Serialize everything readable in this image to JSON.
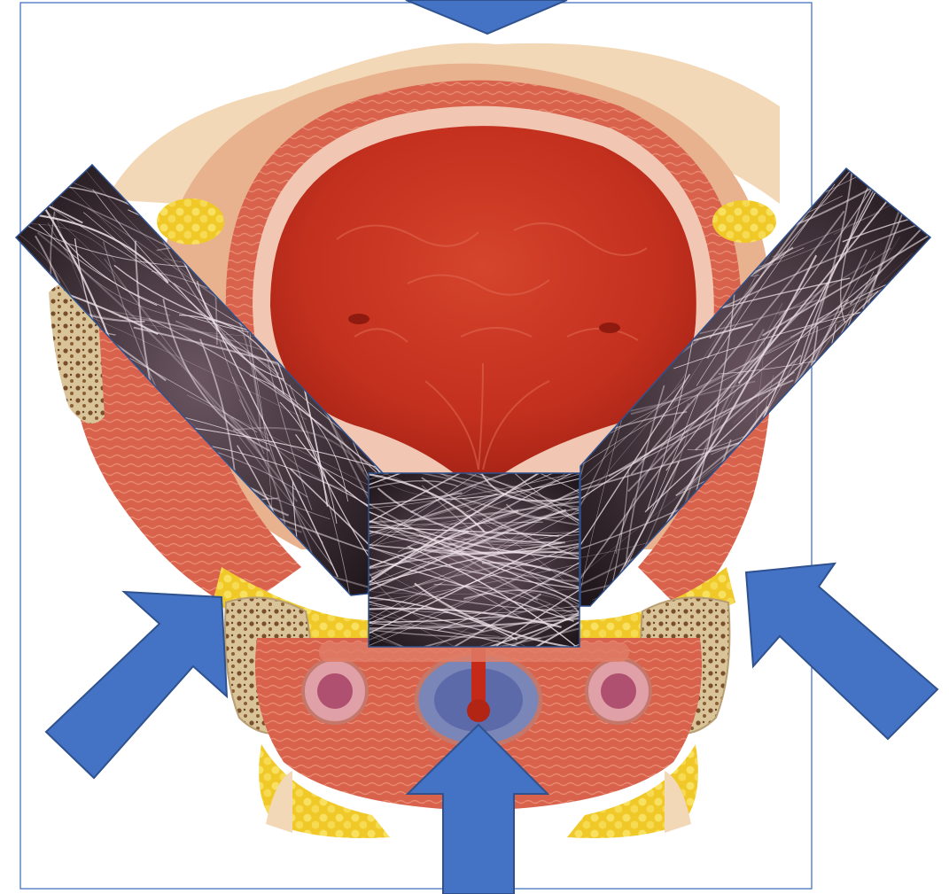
{
  "figure": {
    "illustration": "anatomical-cross-section-bladder-pelvic-floor",
    "insets": [
      "fibrous-network-micrograph-left",
      "fibrous-network-micrograph-center",
      "fibrous-network-micrograph-right"
    ],
    "arrows": [
      "arrow-down-top",
      "arrow-up-left",
      "arrow-up-center",
      "arrow-up-right"
    ]
  },
  "colors": {
    "arrow_fill": "#4472C4",
    "arrow_stroke": "#2F528F",
    "frame": "#4472C4",
    "bladder_lumen": "#C8301E",
    "muscle": "#D9604A",
    "fat": "#F3D23A",
    "bone": "#D8C49A",
    "fiber_bg": "#2a1e24",
    "fiber": "#F2E6EC"
  }
}
